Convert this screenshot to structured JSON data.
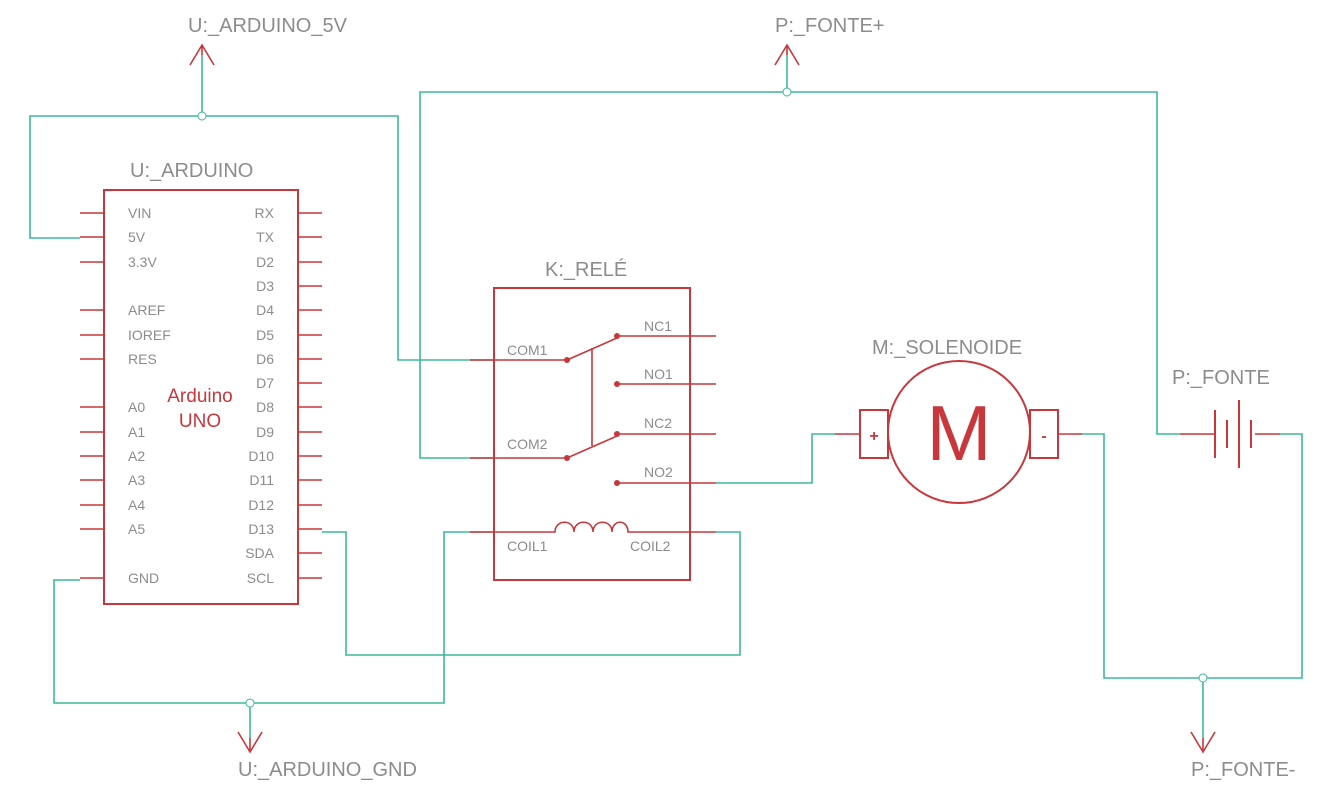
{
  "arduino": {
    "name": "U:_ARDUINO",
    "label_line1": "Arduino",
    "label_line2": "UNO",
    "left_pins": [
      "VIN",
      "5V",
      "3.3V",
      "AREF",
      "IOREF",
      "RES",
      "A0",
      "A1",
      "A2",
      "A3",
      "A4",
      "A5",
      "GND"
    ],
    "right_pins": [
      "RX",
      "TX",
      "D2",
      "D3",
      "D4",
      "D5",
      "D6",
      "D7",
      "D8",
      "D9",
      "D10",
      "D11",
      "D12",
      "D13",
      "SDA",
      "SCL"
    ]
  },
  "relay": {
    "name": "K:_RELÉ",
    "pins": {
      "com1": "COM1",
      "com2": "COM2",
      "nc1": "NC1",
      "no1": "NO1",
      "nc2": "NC2",
      "no2": "NO2",
      "coil1": "COIL1",
      "coil2": "COIL2"
    }
  },
  "solenoid": {
    "name": "M:_SOLENOIDE",
    "symbol": "M",
    "plus": "+",
    "minus": "-"
  },
  "supply": {
    "name": "P:_FONTE"
  },
  "nets": {
    "arduino_5v": "U:_ARDUINO_5V",
    "arduino_gnd": "U:_ARDUINO_GND",
    "fonte_plus": "P:_FONTE+",
    "fonte_minus": "P:_FONTE-"
  },
  "colors": {
    "component": "#c8373c",
    "wire": "#3db89a",
    "text": "#8c8c8c"
  }
}
